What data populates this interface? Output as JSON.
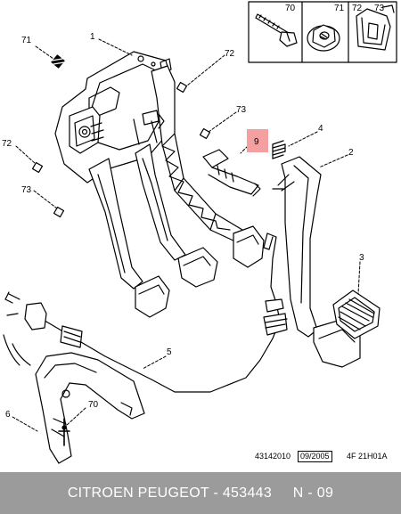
{
  "callouts": {
    "inset_70": "70",
    "inset_71": "71",
    "inset_72": "72",
    "inset_73": "73",
    "c1": "1",
    "c71": "71",
    "c72_top": "72",
    "c73_mid": "73",
    "c9": "9",
    "c4": "4",
    "c2": "2",
    "c72_left": "72",
    "c73_left": "73",
    "c3": "3",
    "c5": "5",
    "c6": "6",
    "c70": "70"
  },
  "reference": {
    "code": "43142010",
    "date": "09/2005",
    "doc": "4F 21H01A"
  },
  "footer": {
    "brand": "CITROEN PEUGEOT",
    "sep": " - ",
    "part_number": "453443",
    "gap": "     ",
    "position": "N - 09"
  },
  "colors": {
    "highlight": "#f4a0a0",
    "footer_bg": "#9b9b9b",
    "footer_text": "#ffffff"
  }
}
